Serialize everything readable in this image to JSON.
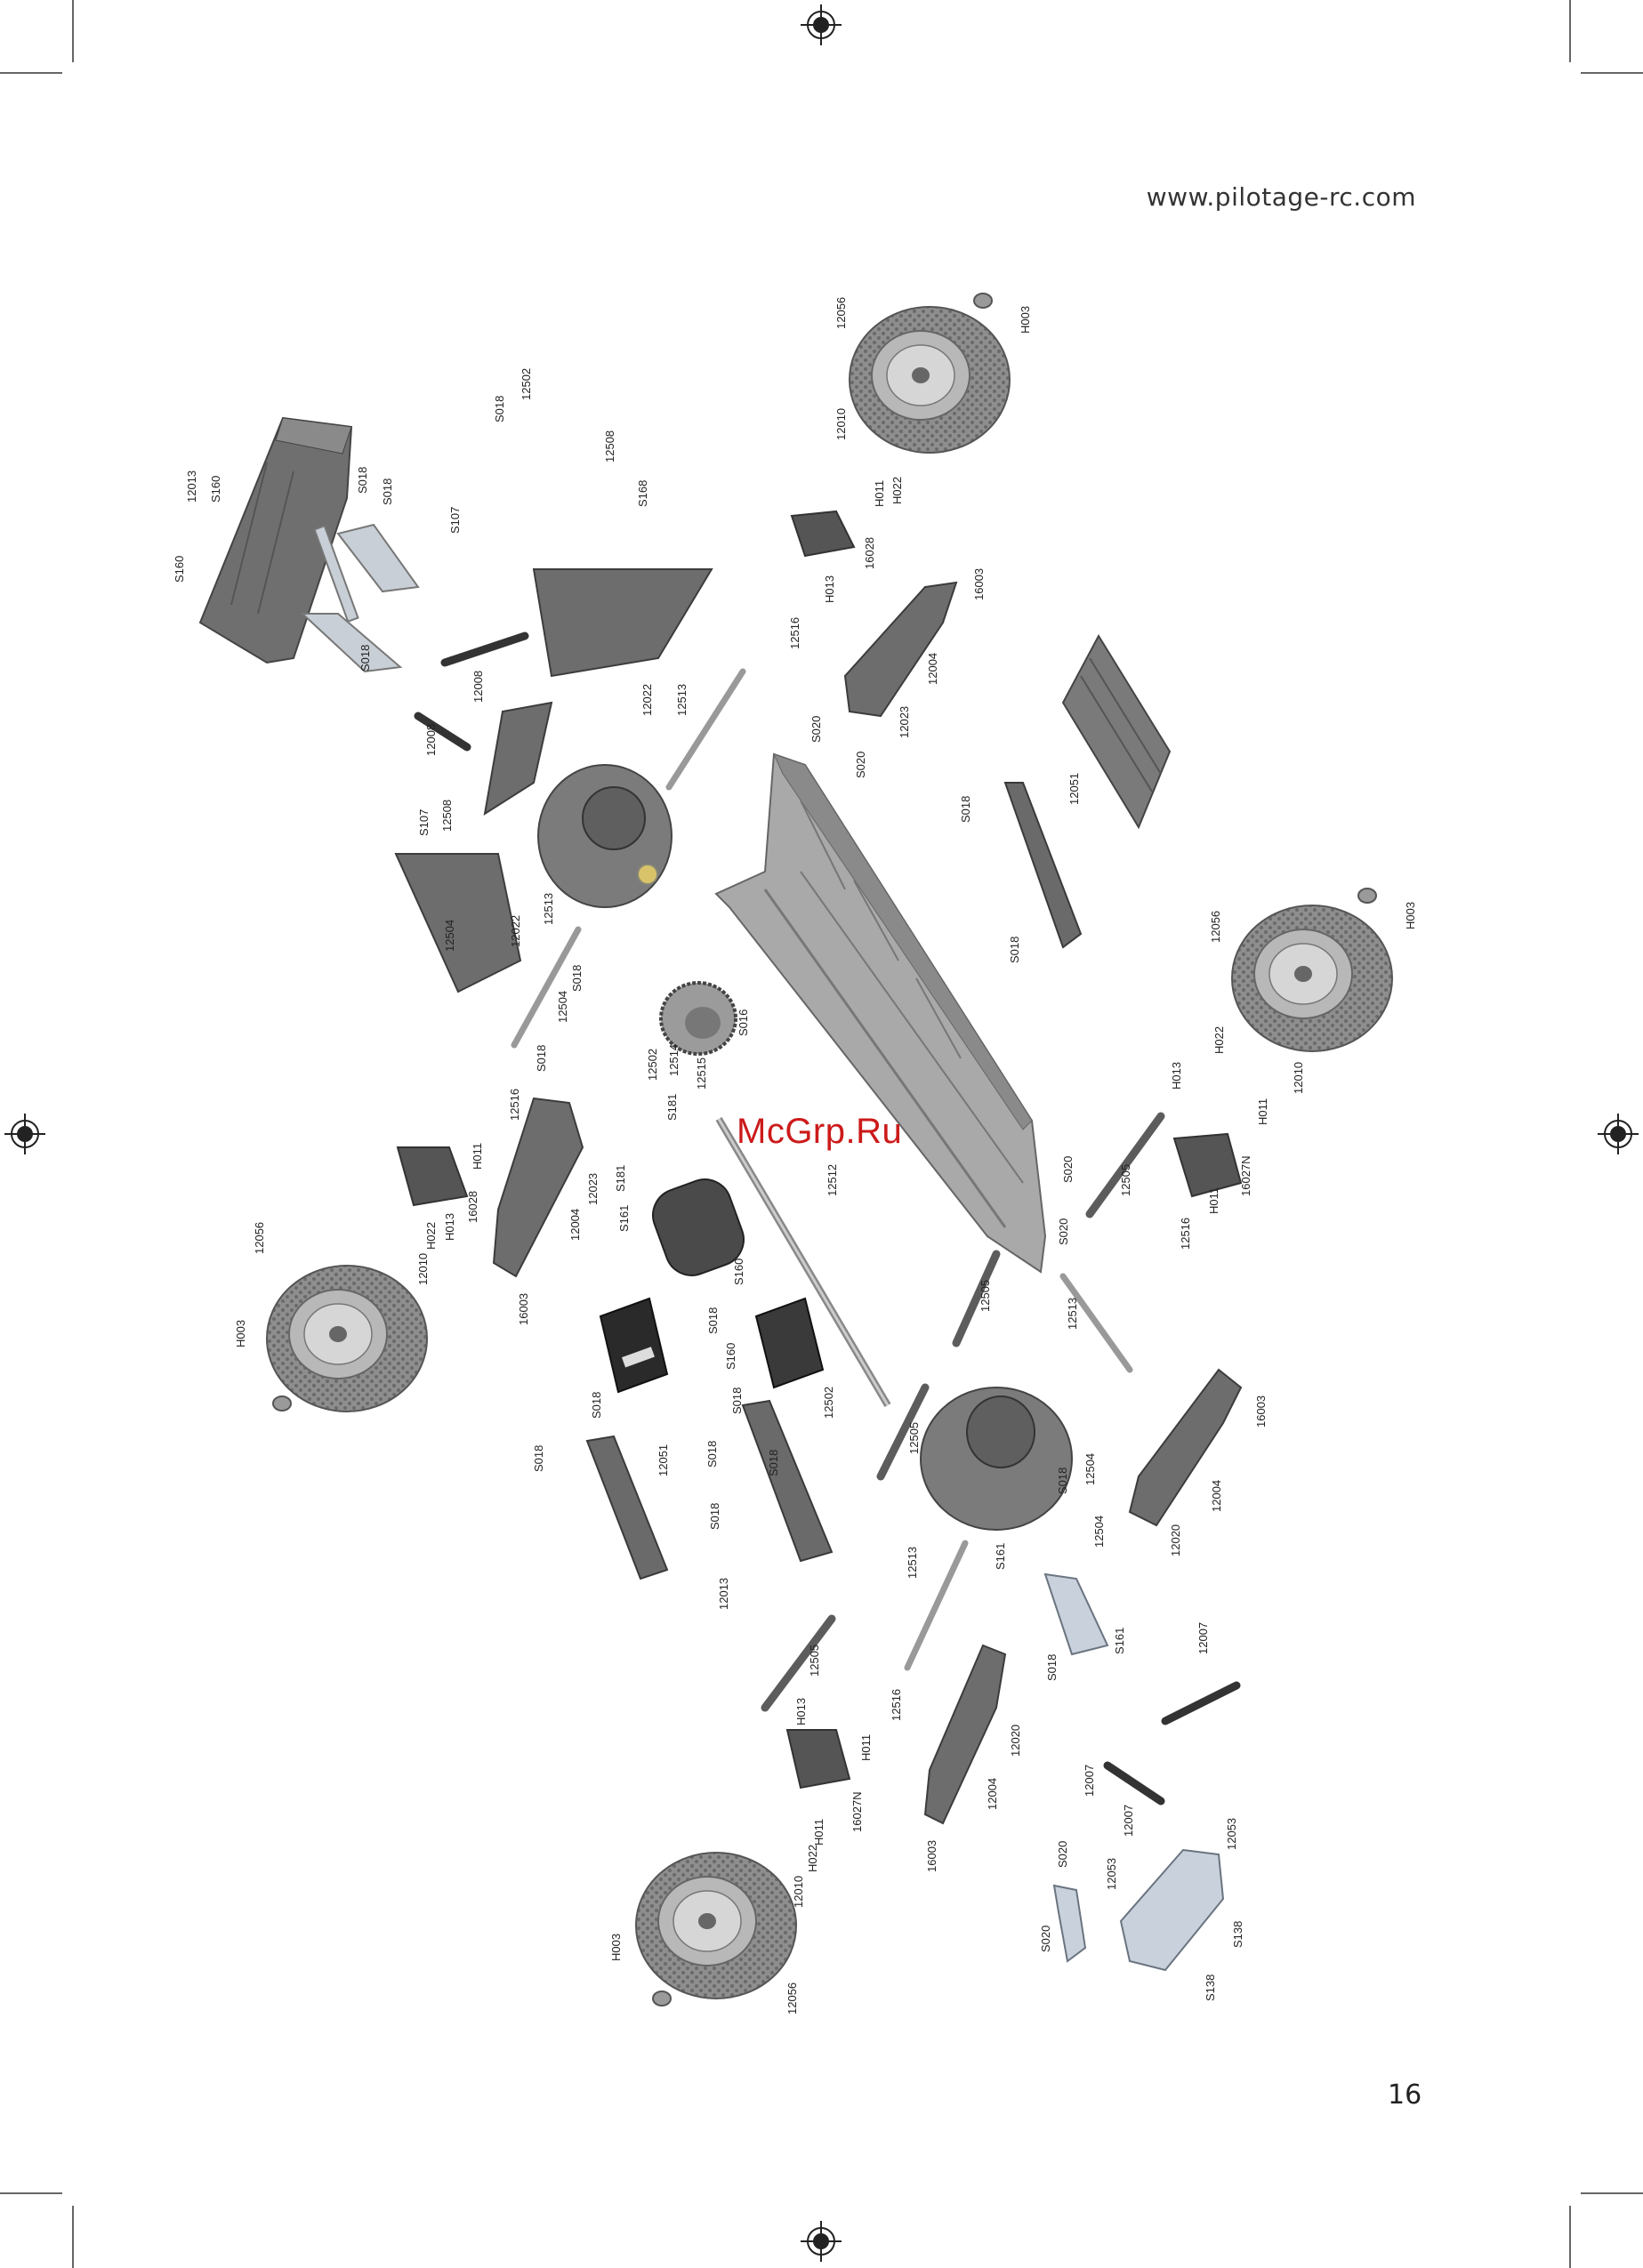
{
  "header": {
    "url": "www.pilotage-rc.com"
  },
  "watermark": {
    "text": "McGrp.Ru"
  },
  "page": {
    "number": "16"
  },
  "parts": [
    {
      "id": "p1",
      "text": "12056"
    },
    {
      "id": "p2",
      "text": "H003"
    },
    {
      "id": "p3",
      "text": "12010"
    },
    {
      "id": "p4",
      "text": "H011"
    },
    {
      "id": "p5",
      "text": "H022"
    },
    {
      "id": "p6",
      "text": "16028"
    },
    {
      "id": "p7",
      "text": "H013"
    },
    {
      "id": "p8",
      "text": "16003"
    },
    {
      "id": "p9",
      "text": "12004"
    },
    {
      "id": "p10",
      "text": "12023"
    },
    {
      "id": "p11",
      "text": "12516"
    },
    {
      "id": "p12",
      "text": "12513"
    },
    {
      "id": "p13",
      "text": "12022"
    },
    {
      "id": "p14",
      "text": "12502"
    },
    {
      "id": "p15",
      "text": "S018"
    },
    {
      "id": "p16",
      "text": "12508"
    },
    {
      "id": "p17",
      "text": "S168"
    },
    {
      "id": "p18",
      "text": "S107"
    },
    {
      "id": "p19",
      "text": "12013"
    },
    {
      "id": "p20",
      "text": "S160"
    },
    {
      "id": "p21",
      "text": "S160"
    },
    {
      "id": "p22",
      "text": "S018"
    },
    {
      "id": "p23",
      "text": "S018"
    },
    {
      "id": "p24",
      "text": "S018"
    },
    {
      "id": "p25",
      "text": "12008"
    },
    {
      "id": "p26",
      "text": "12008"
    },
    {
      "id": "p27",
      "text": "S020"
    },
    {
      "id": "p28",
      "text": "S020"
    },
    {
      "id": "p29",
      "text": "12051"
    },
    {
      "id": "p30",
      "text": "S018"
    },
    {
      "id": "p31",
      "text": "S018"
    },
    {
      "id": "p32",
      "text": "S107"
    },
    {
      "id": "p33",
      "text": "12508"
    },
    {
      "id": "p34",
      "text": "12504"
    },
    {
      "id": "p35",
      "text": "12022"
    },
    {
      "id": "p36",
      "text": "12513"
    },
    {
      "id": "p37",
      "text": "12504"
    },
    {
      "id": "p38",
      "text": "S018"
    },
    {
      "id": "p39",
      "text": "S018"
    },
    {
      "id": "p40",
      "text": "12502"
    },
    {
      "id": "p41",
      "text": "12514"
    },
    {
      "id": "p42",
      "text": "12515"
    },
    {
      "id": "p43",
      "text": "S016"
    },
    {
      "id": "p44",
      "text": "12516"
    },
    {
      "id": "p45",
      "text": "H011"
    },
    {
      "id": "p46",
      "text": "16028"
    },
    {
      "id": "p47",
      "text": "H013"
    },
    {
      "id": "p48",
      "text": "H022"
    },
    {
      "id": "p49",
      "text": "12010"
    },
    {
      "id": "p50",
      "text": "12056"
    },
    {
      "id": "p51",
      "text": "H003"
    },
    {
      "id": "p52",
      "text": "16003"
    },
    {
      "id": "p53",
      "text": "12004"
    },
    {
      "id": "p54",
      "text": "12023"
    },
    {
      "id": "p55",
      "text": "S181"
    },
    {
      "id": "p56",
      "text": "S181"
    },
    {
      "id": "p57",
      "text": "S161"
    },
    {
      "id": "p58",
      "text": "12512"
    },
    {
      "id": "p59",
      "text": "S160"
    },
    {
      "id": "p60",
      "text": "S018"
    },
    {
      "id": "p61",
      "text": "S160"
    },
    {
      "id": "p62",
      "text": "12502"
    },
    {
      "id": "p63",
      "text": "S018"
    },
    {
      "id": "p64",
      "text": "S018"
    },
    {
      "id": "p65",
      "text": "S018"
    },
    {
      "id": "p66",
      "text": "S018"
    },
    {
      "id": "p67",
      "text": "12013"
    },
    {
      "id": "p68",
      "text": "12051"
    },
    {
      "id": "p69",
      "text": "S018"
    },
    {
      "id": "p70",
      "text": "S018"
    },
    {
      "id": "p71",
      "text": "12505"
    },
    {
      "id": "p72",
      "text": "12505"
    },
    {
      "id": "p73",
      "text": "12505"
    },
    {
      "id": "p74",
      "text": "12516"
    },
    {
      "id": "p75",
      "text": "12513"
    },
    {
      "id": "p76",
      "text": "S020"
    },
    {
      "id": "p77",
      "text": "S020"
    },
    {
      "id": "p78",
      "text": "H013"
    },
    {
      "id": "p79",
      "text": "H011"
    },
    {
      "id": "p80",
      "text": "H011"
    },
    {
      "id": "p81",
      "text": "16027N"
    },
    {
      "id": "p82",
      "text": "12010"
    },
    {
      "id": "p83",
      "text": "H022"
    },
    {
      "id": "p84",
      "text": "12056"
    },
    {
      "id": "p85",
      "text": "H003"
    },
    {
      "id": "p86",
      "text": "16003"
    },
    {
      "id": "p87",
      "text": "12004"
    },
    {
      "id": "p88",
      "text": "12020"
    },
    {
      "id": "p89",
      "text": "12504"
    },
    {
      "id": "p90",
      "text": "12504"
    },
    {
      "id": "p91",
      "text": "S018"
    },
    {
      "id": "p92",
      "text": "S161"
    },
    {
      "id": "p93",
      "text": "S018"
    },
    {
      "id": "p94",
      "text": "S161"
    },
    {
      "id": "p95",
      "text": "12007"
    },
    {
      "id": "p96",
      "text": "12007"
    },
    {
      "id": "p97",
      "text": "12007"
    },
    {
      "id": "p98",
      "text": "12513"
    },
    {
      "id": "p99",
      "text": "12516"
    },
    {
      "id": "p100",
      "text": "12505"
    },
    {
      "id": "p101",
      "text": "H013"
    },
    {
      "id": "p102",
      "text": "H011"
    },
    {
      "id": "p103",
      "text": "16027N"
    },
    {
      "id": "p104",
      "text": "H011"
    },
    {
      "id": "p105",
      "text": "H022"
    },
    {
      "id": "p106",
      "text": "12010"
    },
    {
      "id": "p107",
      "text": "12056"
    },
    {
      "id": "p108",
      "text": "H003"
    },
    {
      "id": "p109",
      "text": "16003"
    },
    {
      "id": "p110",
      "text": "12004"
    },
    {
      "id": "p111",
      "text": "12020"
    },
    {
      "id": "p112",
      "text": "S020"
    },
    {
      "id": "p113",
      "text": "12053"
    },
    {
      "id": "p114",
      "text": "S020"
    },
    {
      "id": "p115",
      "text": "12053"
    },
    {
      "id": "p116",
      "text": "S138"
    },
    {
      "id": "p117",
      "text": "S138"
    }
  ]
}
